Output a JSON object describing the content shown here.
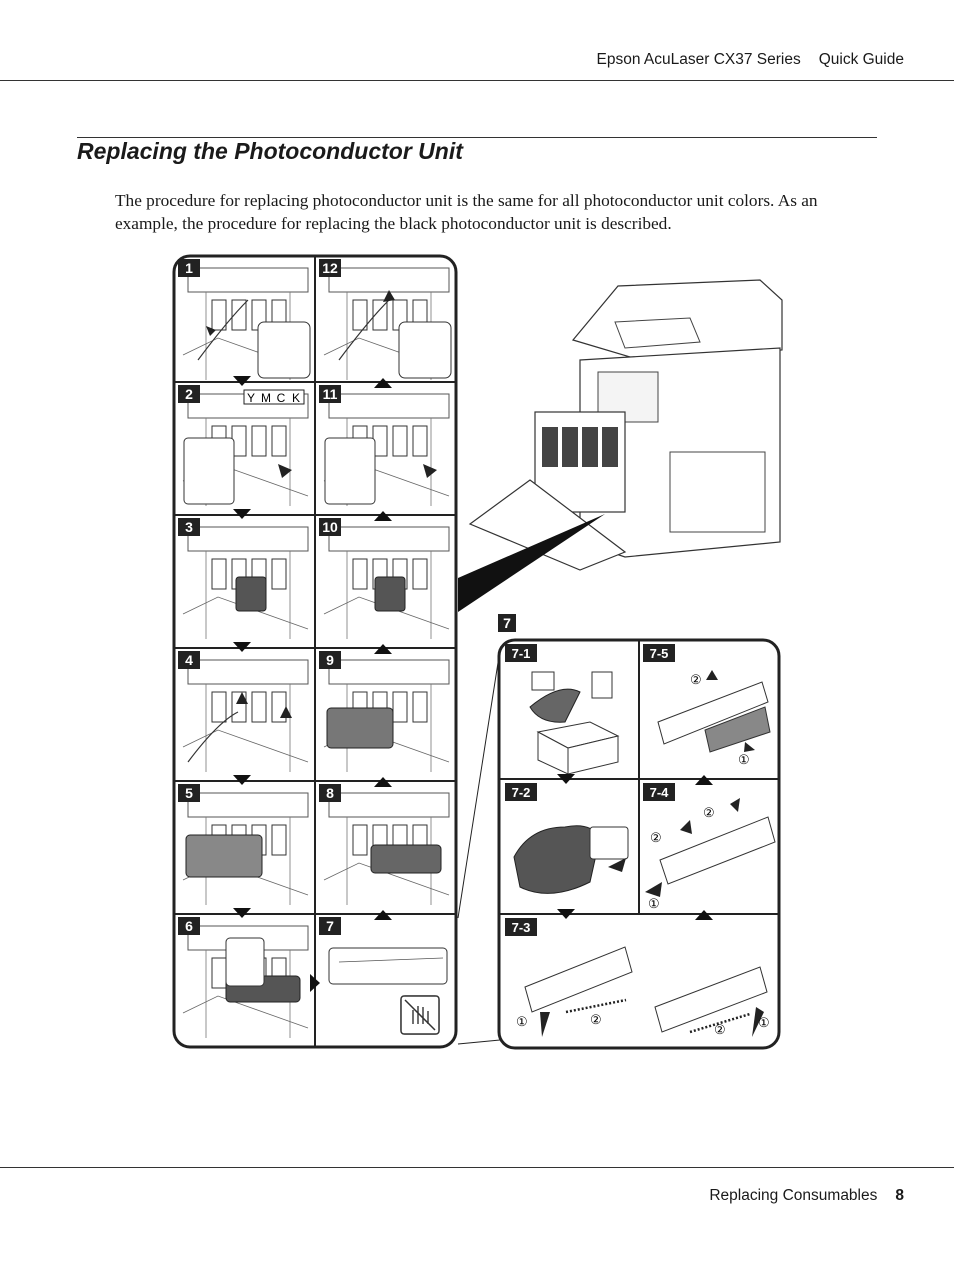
{
  "header": {
    "product": "Epson AcuLaser CX37 Series",
    "guide": "Quick Guide"
  },
  "section": {
    "title": "Replacing the Photoconductor Unit",
    "intro": "The procedure for replacing photoconductor unit is the same for all photoconductor unit colors. As an example, the procedure for replacing the black photoconductor unit is described."
  },
  "figure": {
    "main_steps": [
      {
        "label": "1"
      },
      {
        "label": "12"
      },
      {
        "label": "2"
      },
      {
        "label": "11"
      },
      {
        "label": "3"
      },
      {
        "label": "10"
      },
      {
        "label": "4"
      },
      {
        "label": "9"
      },
      {
        "label": "5"
      },
      {
        "label": "8"
      },
      {
        "label": "6"
      },
      {
        "label": "7"
      }
    ],
    "color_labels": [
      "Y",
      "M",
      "C",
      "K"
    ],
    "substep_group_label": "7",
    "sub_steps": [
      {
        "label": "7-1"
      },
      {
        "label": "7-5"
      },
      {
        "label": "7-2"
      },
      {
        "label": "7-4"
      },
      {
        "label": "7-3"
      }
    ],
    "circled_numbers": {
      "one": "①",
      "two": "②"
    },
    "icons": [
      "printer-illustration",
      "do-not-touch-icon",
      "arrow-icon"
    ]
  },
  "footer": {
    "section_name": "Replacing Consumables",
    "page_number": "8"
  }
}
